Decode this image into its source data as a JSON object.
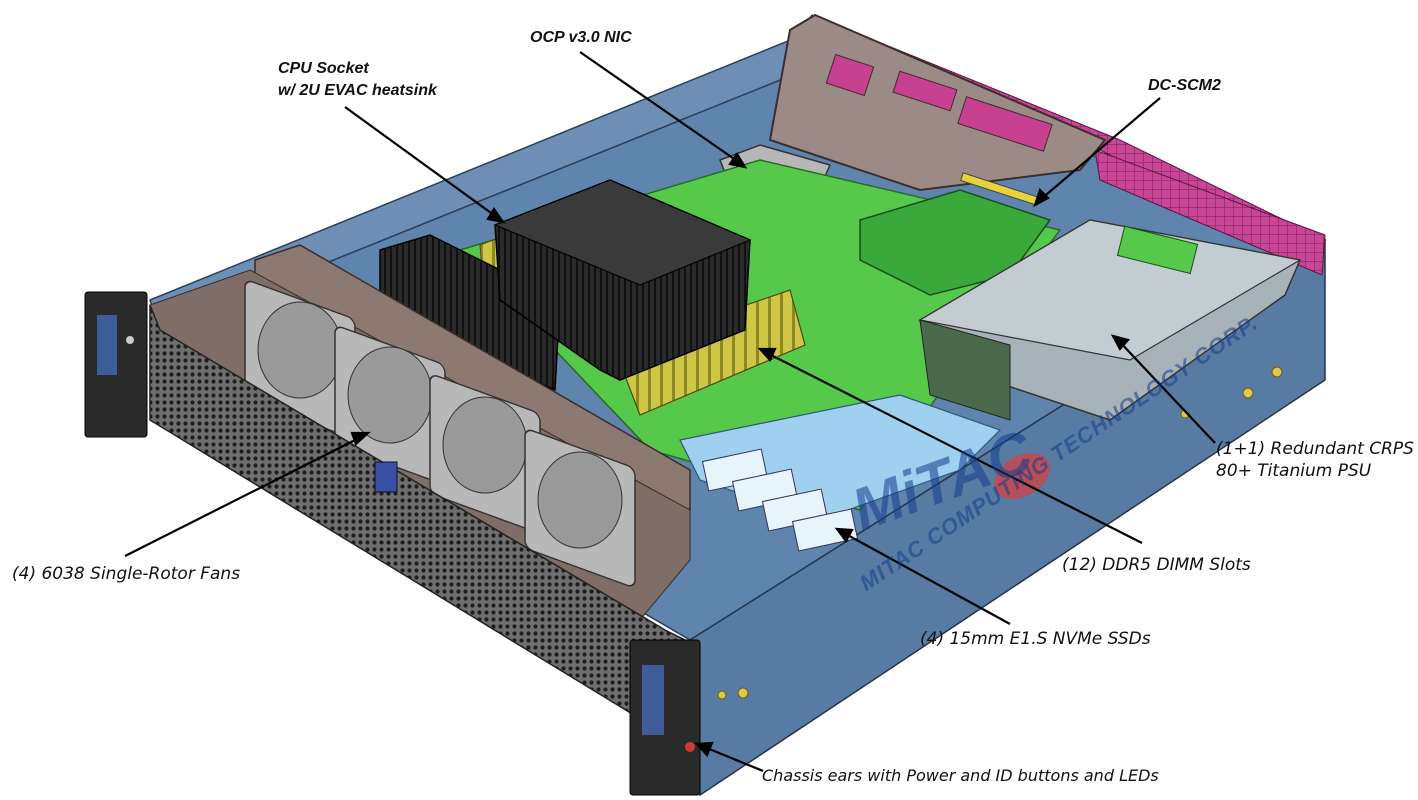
{
  "labels": {
    "ocp_nic": "OCP v3.0 NIC",
    "cpu_socket_line1": "CPU Socket",
    "cpu_socket_line2": "w/ 2U EVAC heatsink",
    "dc_scm2": "DC-SCM2",
    "psu_line1": "(1+1) Redundant CRPS",
    "psu_line2": "80+ Titanium PSU",
    "fans": "(4) 6038 Single-Rotor Fans",
    "dimm": "(12) DDR5 DIMM Slots",
    "ssd": "(4) 15mm E1.S NVMe SSDs",
    "ears": "Chassis ears with Power and ID buttons and LEDs"
  },
  "watermark": {
    "logo": "MiTAC",
    "company": "MITAC COMPUTING TECHNOLOGY CORP."
  },
  "colors": {
    "chassis_blue": "#5b7fa8",
    "board_green": "#4fd14a",
    "dimm_yellow": "#c9c23a",
    "heatsink_black": "#1c1c1c",
    "magenta_rear": "#c43b8f",
    "psu_gray": "#9aa6ad",
    "leader_line": "#000000",
    "watermark_red": "#d64040"
  }
}
